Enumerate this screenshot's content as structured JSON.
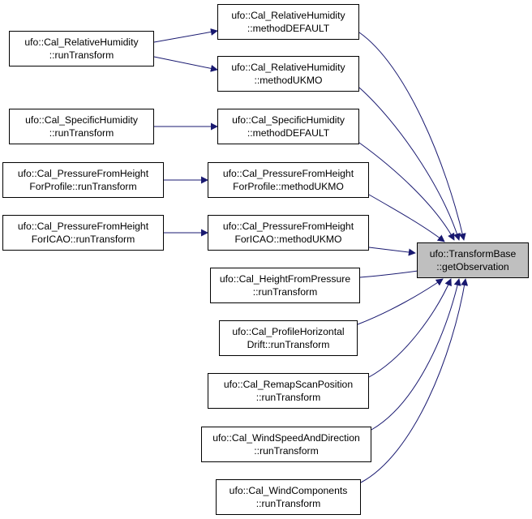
{
  "target": {
    "line1": "ufo::TransformBase",
    "line2": "::getObservation"
  },
  "methods": [
    {
      "id": "rh_default",
      "line1": "ufo::Cal_RelativeHumidity",
      "line2": "::methodDEFAULT"
    },
    {
      "id": "rh_ukmo",
      "line1": "ufo::Cal_RelativeHumidity",
      "line2": "::methodUKMO"
    },
    {
      "id": "sh_default",
      "line1": "ufo::Cal_SpecificHumidity",
      "line2": "::methodDEFAULT"
    },
    {
      "id": "pfh_prof",
      "line1": "ufo::Cal_PressureFromHeight",
      "line2": "ForProfile::methodUKMO"
    },
    {
      "id": "pfh_icao",
      "line1": "ufo::Cal_PressureFromHeight",
      "line2": "ForICAO::methodUKMO"
    },
    {
      "id": "hfp",
      "line1": "ufo::Cal_HeightFromPressure",
      "line2": "::runTransform"
    },
    {
      "id": "phd",
      "line1": "ufo::Cal_ProfileHorizontal",
      "line2": "Drift::runTransform"
    },
    {
      "id": "rsp",
      "line1": "ufo::Cal_RemapScanPosition",
      "line2": "::runTransform"
    },
    {
      "id": "wsd",
      "line1": "ufo::Cal_WindSpeedAndDirection",
      "line2": "::runTransform"
    },
    {
      "id": "wc",
      "line1": "ufo::Cal_WindComponents",
      "line2": "::runTransform"
    }
  ],
  "callers": [
    {
      "id": "rh_run",
      "line1": "ufo::Cal_RelativeHumidity",
      "line2": "::runTransform"
    },
    {
      "id": "sh_run",
      "line1": "ufo::Cal_SpecificHumidity",
      "line2": "::runTransform"
    },
    {
      "id": "pfh_prof_run",
      "line1": "ufo::Cal_PressureFromHeight",
      "line2": "ForProfile::runTransform"
    },
    {
      "id": "pfh_icao_run",
      "line1": "ufo::Cal_PressureFromHeight",
      "line2": "ForICAO::runTransform"
    }
  ],
  "colors": {
    "edge": "#191970",
    "target_fill": "#bfbfbf"
  }
}
